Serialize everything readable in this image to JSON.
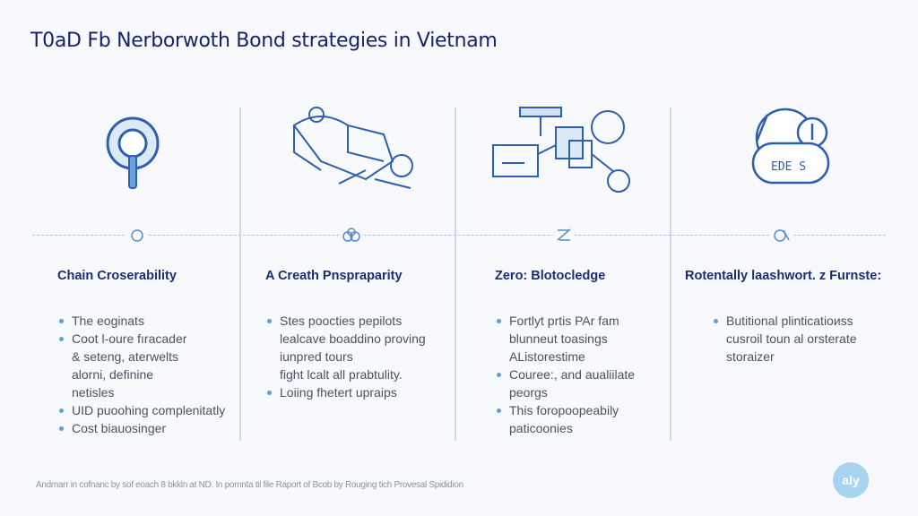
{
  "title": "T0aD Fb Nerborwoth Bond strategies in Vietnam",
  "columns": [
    {
      "heading": "Chain Croserability",
      "bullets": [
        [
          "The eoginats"
        ],
        [
          "Coot l-oure fıracader",
          "& seteng, aterwelts",
          "alorni, definine",
          "netisles"
        ],
        [
          "UID puoohing complenitatly"
        ],
        [
          "Cost biauosinger"
        ]
      ]
    },
    {
      "heading": "A Creath Pnspraparity",
      "bullets": [
        [
          "Stes poocties pepilots",
          "lealcave boaddino proving",
          "iunpred tours",
          "fight lcalt all prabtulity."
        ],
        [
          "Loiing fhetert upraips"
        ]
      ]
    },
    {
      "heading": "Zero: Blotocledge",
      "bullets": [
        [
          "Fortlyt prtis PAr fam",
          "blunneut toasings",
          "AListorestime"
        ],
        [
          "Couree:, and aualiilate",
          "peorgs"
        ],
        [
          "This foropoореabily",
          "paticoonies"
        ]
      ]
    },
    {
      "heading": "Rotentally laashwort. z Furnste:",
      "bullets": [
        [
          "Butitional plinticatioиss",
          "cusroil toun al orsterate",
          "storaizer"
        ]
      ]
    }
  ],
  "illustration_text": "EDE S",
  "footer": "Andmarr in cofnanc by sof eoach 8 bkkln at ND. In pomnta til file Raport of Bcob by Rouging tich Provesal Spididion",
  "logo": "aly",
  "colors": {
    "title": "#16236b",
    "accent": "#2f5fb0",
    "bullet": "#5aa0d8"
  }
}
